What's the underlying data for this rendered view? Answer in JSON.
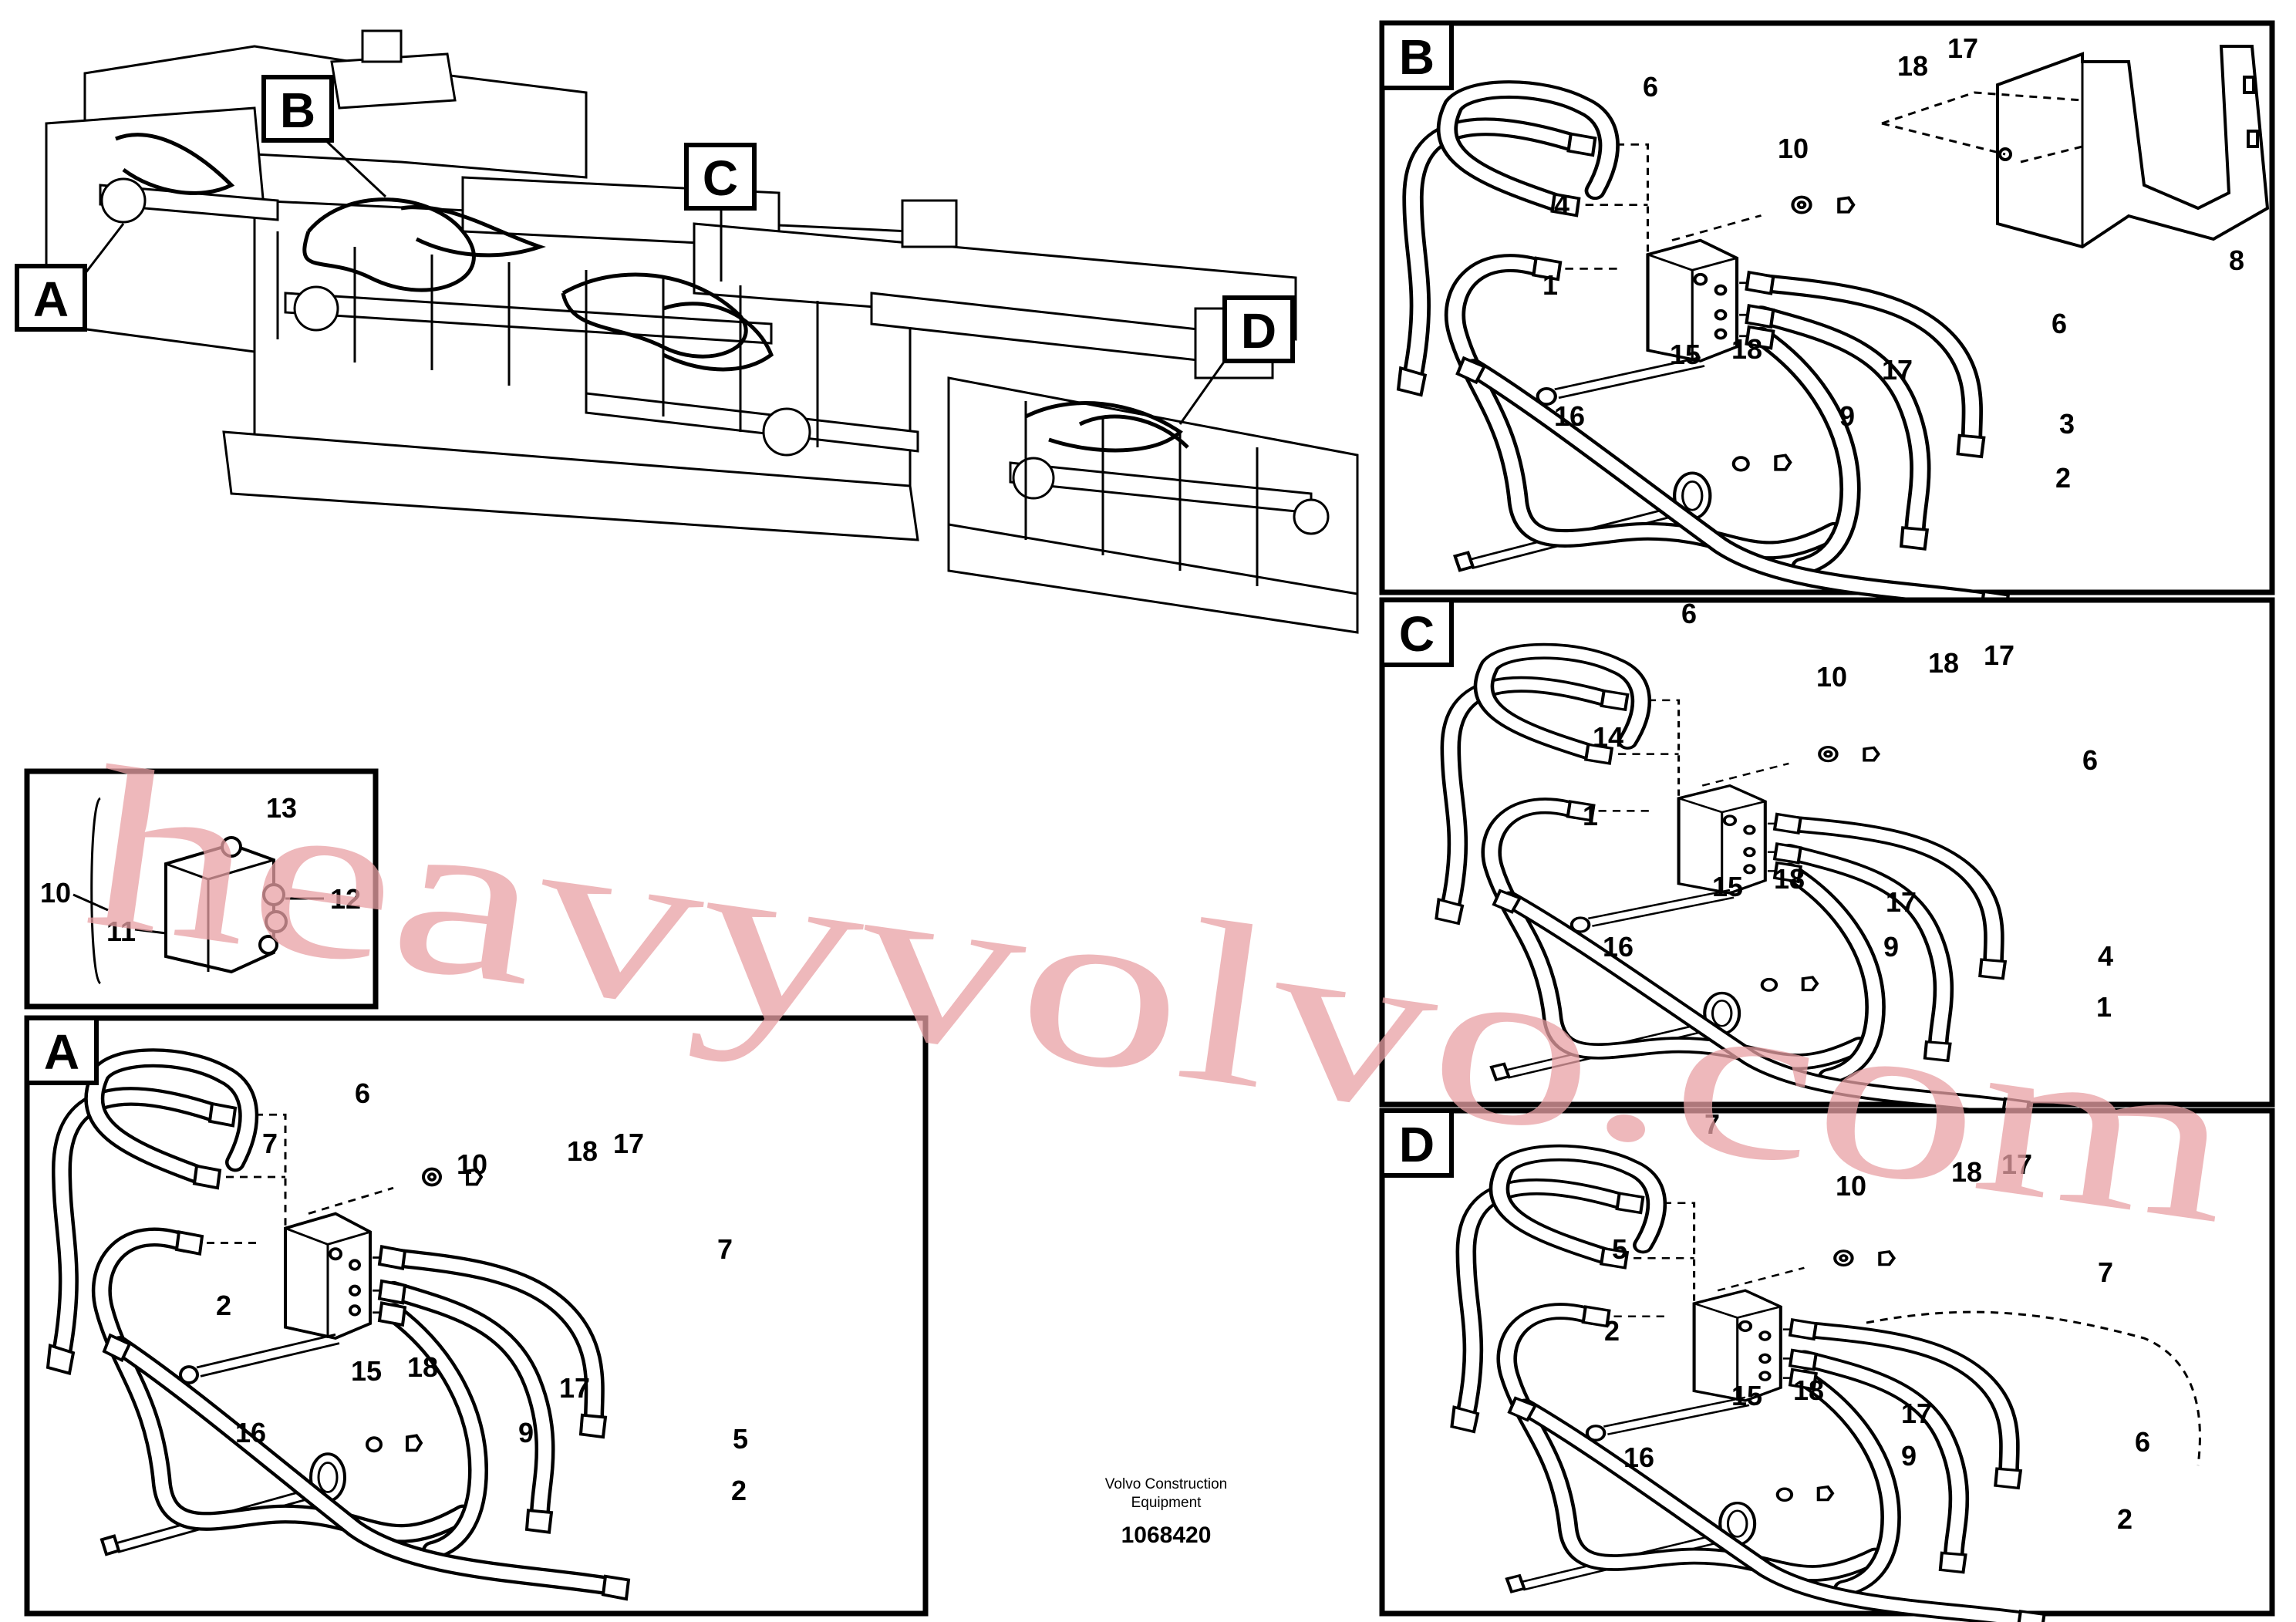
{
  "overview": {
    "callouts": [
      "A",
      "B",
      "C",
      "D"
    ]
  },
  "detail_inset": {
    "labels": [
      "10",
      "11",
      "12",
      "13"
    ]
  },
  "panels": {
    "A": {
      "tag": "A",
      "labels": {
        "l6": "6",
        "l7a": "7",
        "l10": "10",
        "l18a": "18",
        "l17a": "17",
        "l7b": "7",
        "l2a": "2",
        "l15": "15",
        "l18b": "18",
        "l17b": "17",
        "l16": "16",
        "l9": "9",
        "l5": "5",
        "l2b": "2"
      }
    },
    "B": {
      "tag": "B",
      "labels": {
        "l6a": "6",
        "l18a": "18",
        "l17a": "17",
        "l10": "10",
        "l4": "4",
        "l1": "1",
        "l8": "8",
        "l15": "15",
        "l6b": "6",
        "l18b": "18",
        "l17b": "17",
        "l16": "16",
        "l9": "9",
        "l3": "3",
        "l2": "2"
      }
    },
    "C": {
      "tag": "C",
      "labels": {
        "l6a": "6",
        "l10": "10",
        "l18a": "18",
        "l17a": "17",
        "l14": "14",
        "l1a": "1",
        "l6b": "6",
        "l15": "15",
        "l18b": "18",
        "l17b": "17",
        "l16": "16",
        "l9": "9",
        "l4": "4",
        "l1b": "1"
      }
    },
    "D": {
      "tag": "D",
      "labels": {
        "l7a": "7",
        "l10": "10",
        "l18a": "18",
        "l17a": "17",
        "l5": "5",
        "l2a": "2",
        "l7b": "7",
        "l15": "15",
        "l18b": "18",
        "l17b": "17",
        "l16": "16",
        "l9": "9",
        "l6": "6",
        "l2b": "2"
      }
    }
  },
  "footer": {
    "credit_line1": "Volvo Construction",
    "credit_line2": "Equipment",
    "drawing_number": "1068420"
  },
  "watermark": {
    "text": "heavyvolvo.com",
    "color": "#e8a0a4"
  }
}
